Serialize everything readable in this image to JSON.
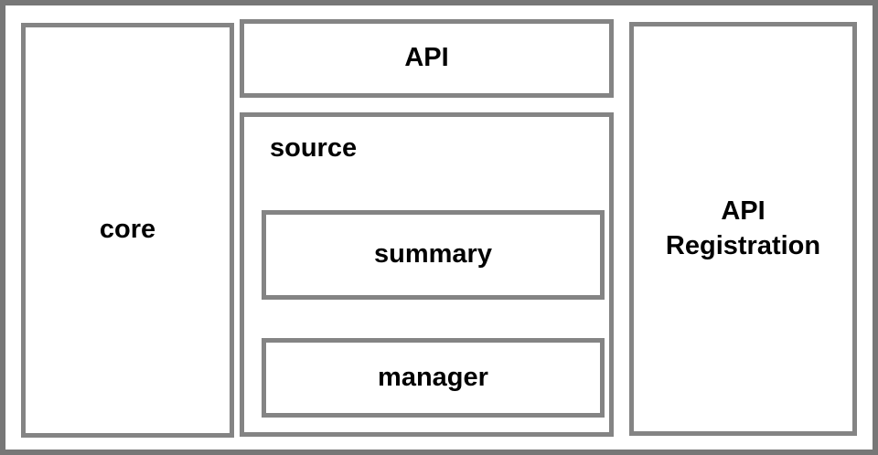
{
  "diagram": {
    "core": {
      "label": "core"
    },
    "api": {
      "label": "API"
    },
    "source": {
      "label": "source"
    },
    "summary": {
      "label": "summary"
    },
    "manager": {
      "label": "manager"
    },
    "api_registration": {
      "line1": "API",
      "line2": "Registration"
    }
  },
  "colors": {
    "outer_border": "#777777",
    "box_border": "#848484",
    "text": "#000000",
    "background": "#ffffff"
  }
}
